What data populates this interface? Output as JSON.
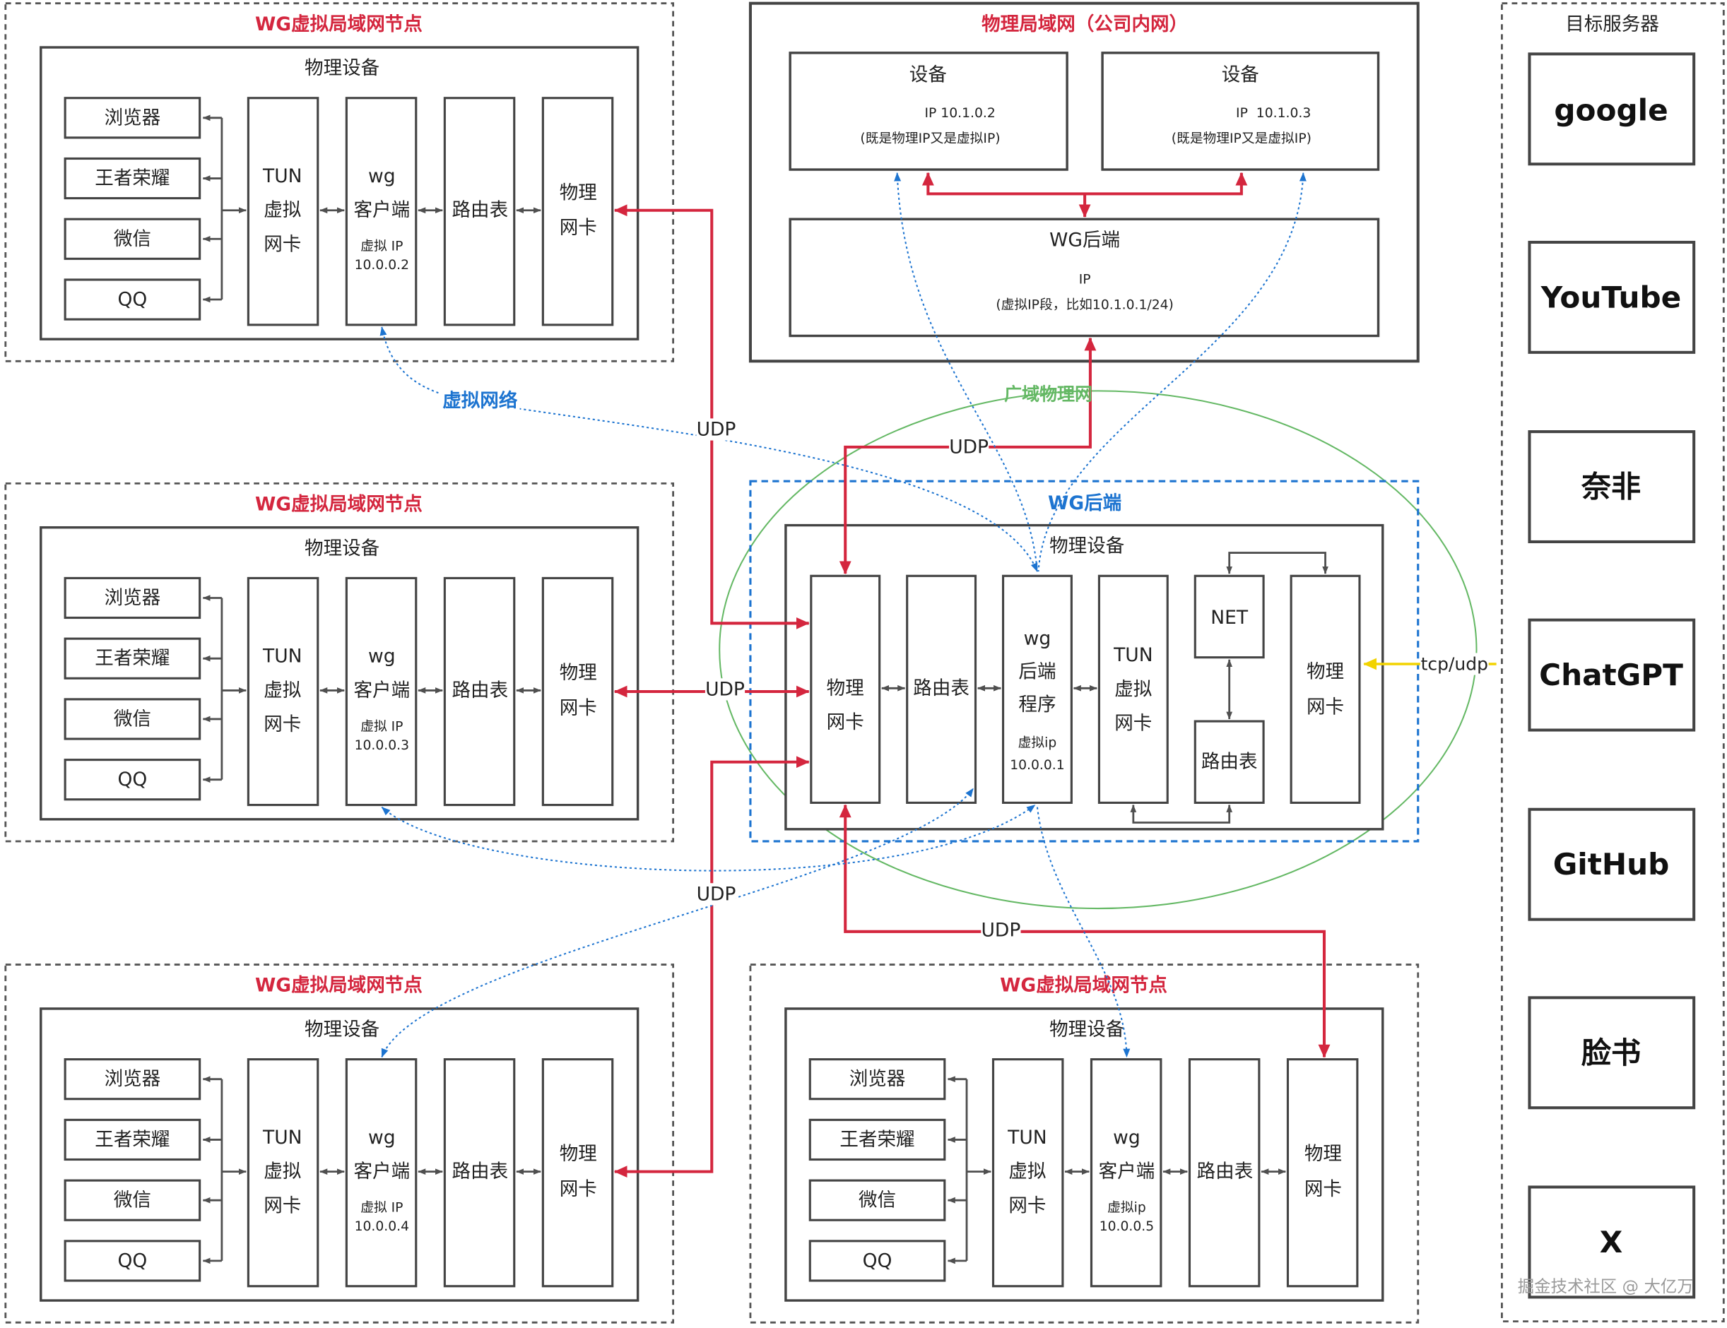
{
  "client_nodes": [
    {
      "title": "WG虚拟局域网节点",
      "device_label": "物理设备",
      "apps": [
        "浏览器",
        "王者荣耀",
        "微信",
        "QQ"
      ],
      "tun": [
        "TUN",
        "虚拟",
        "网卡"
      ],
      "wg": [
        "wg",
        "客户端"
      ],
      "virtual_ip_label": "虚拟 IP",
      "virtual_ip": "10.0.0.2",
      "route_table": "路由表",
      "nic": [
        "物理",
        "网卡"
      ]
    },
    {
      "title": "WG虚拟局域网节点",
      "device_label": "物理设备",
      "apps": [
        "浏览器",
        "王者荣耀",
        "微信",
        "QQ"
      ],
      "tun": [
        "TUN",
        "虚拟",
        "网卡"
      ],
      "wg": [
        "wg",
        "客户端"
      ],
      "virtual_ip_label": "虚拟 IP",
      "virtual_ip": "10.0.0.3",
      "route_table": "路由表",
      "nic": [
        "物理",
        "网卡"
      ]
    },
    {
      "title": "WG虚拟局域网节点",
      "device_label": "物理设备",
      "apps": [
        "浏览器",
        "王者荣耀",
        "微信",
        "QQ"
      ],
      "tun": [
        "TUN",
        "虚拟",
        "网卡"
      ],
      "wg": [
        "wg",
        "客户端"
      ],
      "virtual_ip_label": "虚拟 IP",
      "virtual_ip": "10.0.0.4",
      "route_table": "路由表",
      "nic": [
        "物理",
        "网卡"
      ]
    },
    {
      "title": "WG虚拟局域网节点",
      "device_label": "物理设备",
      "apps": [
        "浏览器",
        "王者荣耀",
        "微信",
        "QQ"
      ],
      "tun": [
        "TUN",
        "虚拟",
        "网卡"
      ],
      "wg": [
        "wg",
        "客户端"
      ],
      "virtual_ip_label": "虚拟ip",
      "virtual_ip": "10.0.0.5",
      "route_table": "路由表",
      "nic": [
        "物理",
        "网卡"
      ]
    }
  ],
  "physical_lan": {
    "title": "物理局域网（公司内网）",
    "devices": [
      {
        "label": "设备",
        "ip": "IP 10.1.0.2",
        "note": "(既是物理IP又是虚拟IP)"
      },
      {
        "label": "设备",
        "ip": "IP  10.1.0.3",
        "note": "(既是物理IP又是虚拟IP)"
      }
    ],
    "backend": {
      "title": "WG后端",
      "ip": "IP",
      "note": "(虚拟IP段，比如10.1.0.1/24)"
    }
  },
  "wg_backend": {
    "title": "WG后端",
    "device_label": "物理设备",
    "nic_in": [
      "物理",
      "网卡"
    ],
    "route_table": "路由表",
    "wg": [
      "wg",
      "后端",
      "程序"
    ],
    "virtual_ip_label": "虚拟ip",
    "virtual_ip": "10.0.0.1",
    "tun": [
      "TUN",
      "虚拟",
      "网卡"
    ],
    "net": "NET",
    "nat_route_table": "路由表",
    "nic_out": [
      "物理",
      "网卡"
    ]
  },
  "wan_label": "广域物理网",
  "virtual_network_label": "虚拟网络",
  "udp_labels": [
    "UDP",
    "UDP",
    "UDP",
    "UDP",
    "UDP"
  ],
  "tcp_udp_label": "tcp/udp",
  "servers": {
    "title": "目标服务器",
    "items": [
      "google",
      "YouTube",
      "奈非",
      "ChatGPT",
      "GitHub",
      "脸书",
      "X"
    ]
  },
  "watermark": "掘金技术社区 @ 大亿万",
  "colors": {
    "red": "#d4263e",
    "blue": "#1d74d0",
    "green": "#64b864",
    "yellow": "#f2d300",
    "line": "#4f4f4f"
  }
}
